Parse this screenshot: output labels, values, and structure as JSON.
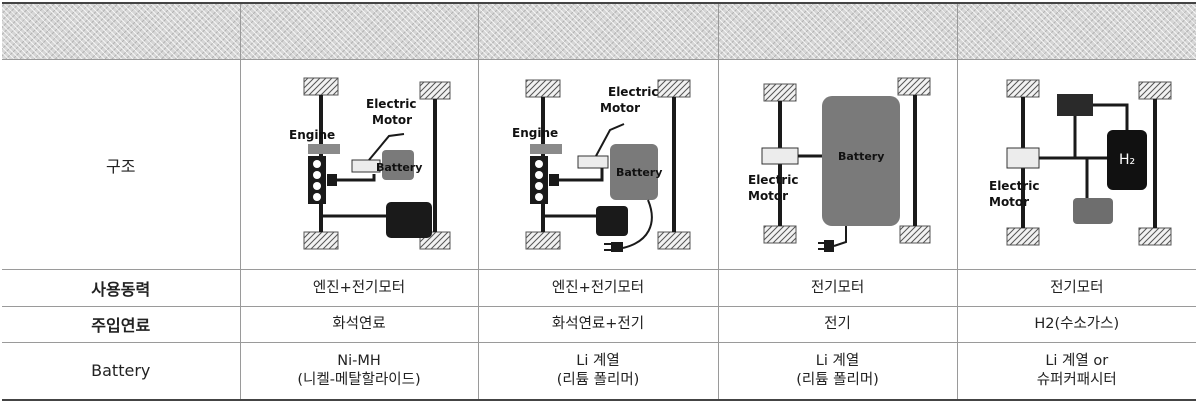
{
  "table": {
    "columns": [
      "",
      "",
      "",
      "",
      ""
    ],
    "structure_row": {
      "label": "구조",
      "diagrams": [
        {
          "icon": "hybrid-drivetrain-diagram",
          "labels": {
            "engine": "Engine",
            "motor_1": "Electric",
            "motor_2": "Motor",
            "battery": "Battery"
          }
        },
        {
          "icon": "plugin-hybrid-drivetrain-diagram",
          "labels": {
            "engine": "Engine",
            "motor_1": "Electric",
            "motor_2": "Motor",
            "battery": "Battery"
          }
        },
        {
          "icon": "electric-drivetrain-diagram",
          "labels": {
            "battery": "Battery",
            "motor_1": "Electric",
            "motor_2": "Motor"
          }
        },
        {
          "icon": "fuel-cell-drivetrain-diagram",
          "labels": {
            "tank": "H₂",
            "motor_1": "Electric",
            "motor_2": "Motor"
          }
        }
      ]
    },
    "rows": [
      {
        "label": "사용동력",
        "cells": [
          [
            "엔진+전기모터"
          ],
          [
            "엔진+전기모터"
          ],
          [
            "전기모터"
          ],
          [
            "전기모터"
          ]
        ]
      },
      {
        "label": "주입연료",
        "cells": [
          [
            "화석연료"
          ],
          [
            "화석연료+전기"
          ],
          [
            "전기"
          ],
          [
            "H2(수소가스)"
          ]
        ]
      },
      {
        "label": "Battery",
        "cells": [
          [
            "Ni-MH",
            "(니켈-메탈할라이드)"
          ],
          [
            "Li 계열",
            "(리튬 폴리머)"
          ],
          [
            "Li 계열",
            "(리튬 폴리머)"
          ],
          [
            "Li 계열 or",
            "슈퍼커패시터"
          ]
        ]
      }
    ]
  },
  "colors": {
    "header_bg": "#d6d6d6",
    "border": "#9a9a9a",
    "rule": "#444444",
    "component_dark": "#1a1a1a",
    "component_gray": "#7a7a7a"
  }
}
